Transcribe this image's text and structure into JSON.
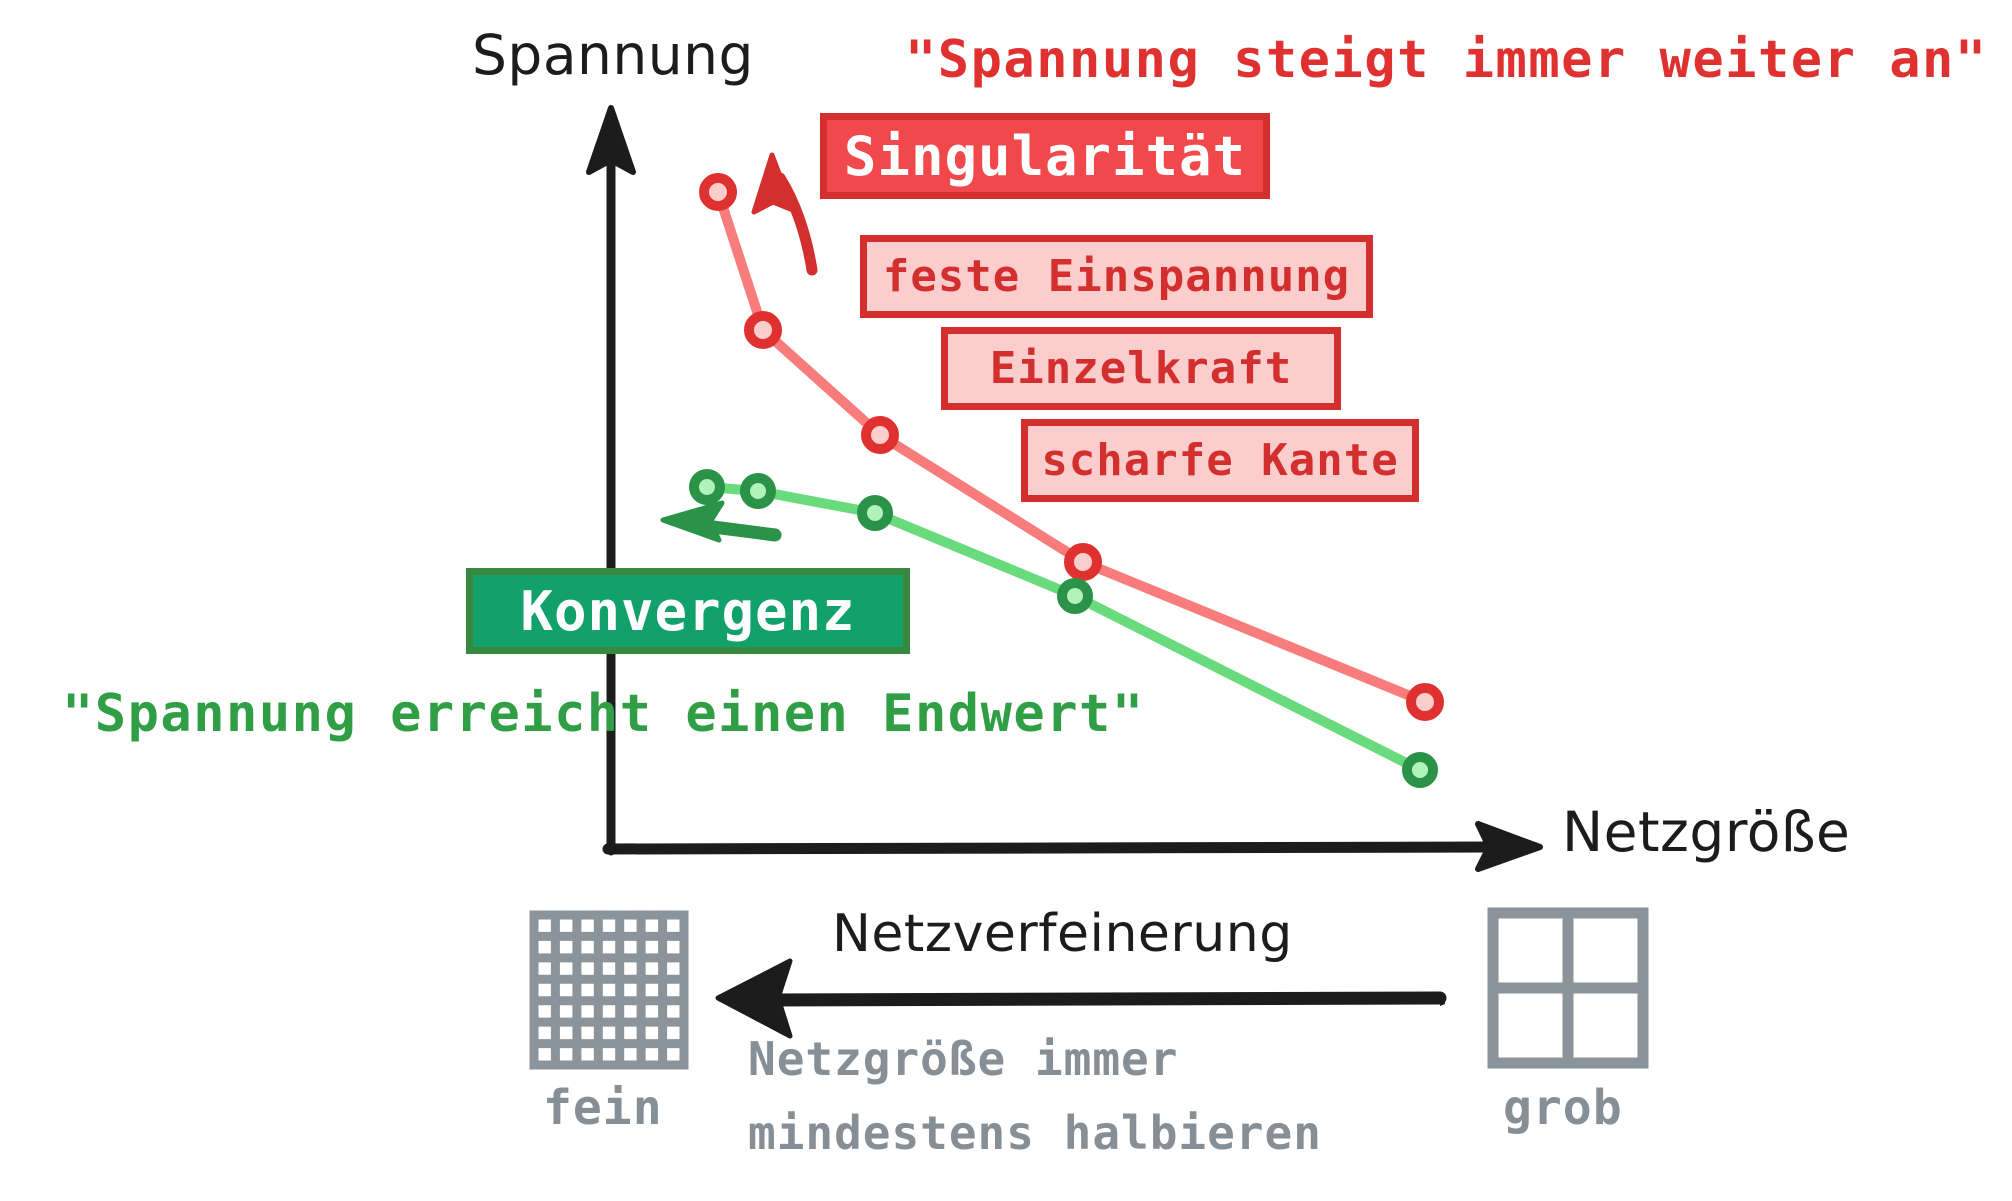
{
  "figure": {
    "axes": {
      "y_label": "Spannung",
      "x_label": "Netzgröße"
    },
    "annotations": {
      "red_quote": "\"Spannung steigt immer weiter an\"",
      "green_quote": "\"Spannung erreicht einen Endwert\"",
      "refinement_label": "Netzverfeinerung",
      "refinement_note_line1": "Netzgröße immer",
      "refinement_note_line2": "mindestens halbieren"
    },
    "boxes": {
      "singularity_title": "Singularität",
      "singularity_causes": [
        "feste Einspannung",
        "Einzelkraft",
        "scharfe Kante"
      ],
      "convergence_title": "Konvergenz"
    },
    "mesh": {
      "fine_label": "fein",
      "coarse_label": "grob",
      "fine_divisions": 7,
      "coarse_divisions": 2
    },
    "colors": {
      "red": "#e03131",
      "red_light": "#fbcdcd",
      "red_fill": "#f0484b",
      "red_curve": "#f97c7c",
      "green": "#2f9e44",
      "green_box": "#12a06b",
      "green_curve": "#69db7c",
      "gray": "#868e96",
      "black": "#1c1c1c"
    }
  },
  "chart_data": {
    "type": "line",
    "title": "",
    "xlabel": "Netzgröße",
    "ylabel": "Spannung",
    "x_direction": "fine (left) to coarse (right)",
    "grid": false,
    "legend": "none",
    "series": [
      {
        "name": "Singularität",
        "color": "#f97c7c",
        "marker": "open-circle",
        "points": [
          {
            "x": 0.115,
            "y": 0.93
          },
          {
            "x": 0.165,
            "y": 0.745
          },
          {
            "x": 0.29,
            "y": 0.6
          },
          {
            "x": 0.51,
            "y": 0.425
          },
          {
            "x": 0.875,
            "y": 0.235
          }
        ]
      },
      {
        "name": "Konvergenz",
        "color": "#69db7c",
        "marker": "open-circle",
        "points": [
          {
            "x": 0.105,
            "y": 0.525
          },
          {
            "x": 0.16,
            "y": 0.52
          },
          {
            "x": 0.285,
            "y": 0.49
          },
          {
            "x": 0.5,
            "y": 0.375
          },
          {
            "x": 0.87,
            "y": 0.14
          }
        ]
      }
    ],
    "trend_arrows": [
      {
        "name": "stress-rising-arrow",
        "color": "#d32f2f",
        "direction": "up"
      },
      {
        "name": "convergence-arrow",
        "color": "#2f9e44",
        "direction": "left"
      },
      {
        "name": "mesh-refinement-arrow",
        "color": "#1c1c1c",
        "direction": "left"
      }
    ]
  }
}
